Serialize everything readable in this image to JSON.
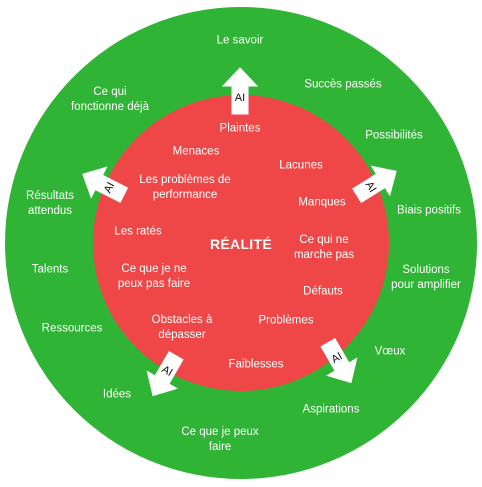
{
  "center_label": "RÉALITÉ",
  "arrow_label": "AI",
  "colors": {
    "outer": "#2fb435",
    "inner": "#ef4747",
    "text": "#ffffff",
    "arrow_text": "#111111"
  },
  "inner_labels": [
    "Plaintes",
    "Menaces",
    "Lacunes",
    "Les problèmes de\nperformance",
    "Manques",
    "Les ratés",
    "Ce qui ne\nmarche pas",
    "Ce que je ne\npeux pas faire",
    "Défauts",
    "Obstacles à\ndépasser",
    "Problèmes",
    "Faiblesses"
  ],
  "outer_labels": [
    "Le savoir",
    "Succès passés",
    "Ce qui\nfonctionne déjà",
    "Possibilités",
    "Résultats\nattendus",
    "Biais positifs",
    "Talents",
    "Solutions\npour amplifier",
    "Ressources",
    "Vœux",
    "Idées",
    "Aspirations",
    "Ce que je peux\nfaire"
  ]
}
